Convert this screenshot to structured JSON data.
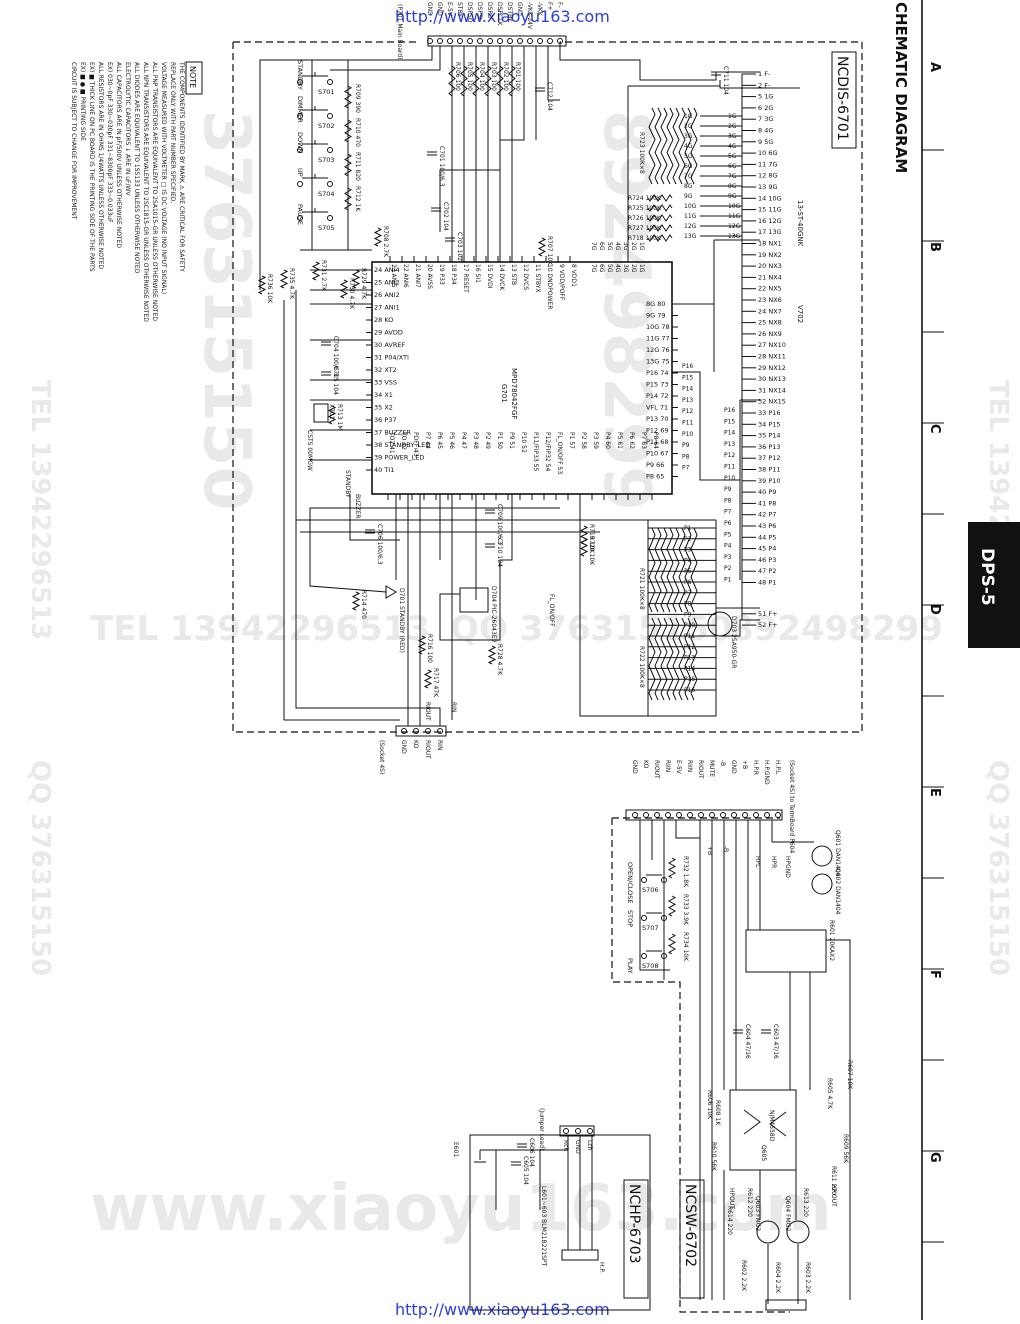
{
  "header": {
    "title": "CHEMATIC DIAGRAM",
    "model_tab": "DPS-5",
    "url_top": "http://www.xiaoyu163.com",
    "url_bottom": "http://www.xiaoyu163.com"
  },
  "columns": [
    "A",
    "B",
    "C",
    "D",
    "E",
    "F",
    "G"
  ],
  "watermarks": [
    "376315150",
    "892498299",
    "TEL 13942296513",
    "QQ 376315150",
    "892498299",
    "www.xiaoyu163.com"
  ],
  "boards": {
    "main": "NCDIS-6701",
    "switch": "NCSW-6702",
    "headphone": "NCHP-6703"
  },
  "main_ic": {
    "name": "MPD78042FGF",
    "ref": "G701"
  },
  "fl_driver": {
    "name": "13-ST-40GNK",
    "ref": "V702"
  },
  "transistors": [
    "D703 2SA950-GR",
    "D704 PIC-26043E2",
    "D701 STANDBY (RED)",
    "Q601 DAN1404",
    "Q602 DAN1404",
    "Q603 FMG2",
    "Q604 FMG2"
  ],
  "opamp": {
    "name": "NJM4558D",
    "ref": "Q605"
  },
  "connectors": {
    "p701": [
      "F-",
      "F+",
      "-VKK",
      "-VKK-24V",
      "GND",
      "DSTBY",
      "DSPCLK",
      "DSPD",
      "DSPSI",
      "DSPSO",
      "STBY",
      "E-5V",
      "GND",
      "GND"
    ],
    "p701_label": "(P701 Main Board)",
    "p702": [
      "RIN",
      "RIOUT",
      "KO",
      "GND"
    ],
    "p702_label": "(Socket 4S)",
    "p703": [
      "H.P.L",
      "H.P.GND",
      "H.P.R",
      "+B",
      "GND",
      "-B",
      "MUTE",
      "RIOUT",
      "RIIN",
      "E-5V",
      "RIIN",
      "RIOUT",
      "KO",
      "GND"
    ],
    "p703_label": "(Socket 4S) to TermBoard P604",
    "p602": [
      "Lch",
      "GND",
      "Rch"
    ],
    "p602_label": "(Jumper Lead)",
    "p601": "H.P."
  },
  "keys_main": [
    {
      "ref": "S701",
      "label": "STANDBY",
      "r": "R709 390"
    },
    {
      "ref": "S702",
      "label": "DIMMER",
      "r": "R710 470"
    },
    {
      "ref": "S703",
      "label": "DOWN",
      "r": "R711 820"
    },
    {
      "ref": "S704",
      "label": "UP",
      "r": "R712 1K"
    },
    {
      "ref": "S705",
      "label": "PAUSE",
      "r": ""
    }
  ],
  "keys_sub": [
    {
      "ref": "S706",
      "label": "OPEN/CLOSE",
      "r": "R732 1.8K"
    },
    {
      "ref": "S707",
      "label": "STOP",
      "r": "R733 3.9K"
    },
    {
      "ref": "S708",
      "label": "PLAY",
      "r": "R734 10K"
    }
  ],
  "ic_left_pins": [
    "24 ANI4",
    "25 ANI2",
    "26 ANI2",
    "27 ANI1",
    "28 KO",
    "29 AVDD",
    "30 AVREF",
    "31 P04/XTI",
    "32 XT2",
    "33 VSS",
    "34 X1",
    "35 X2",
    "36 P37",
    "37 BUZZER",
    "38 STANDBY_LED",
    "39 POWER_LED",
    "40 TI1"
  ],
  "ic_top_pins": [
    "8 VDD1",
    "9 VDD/POFF",
    "10 DNDPOWER",
    "11 STBYX",
    "12 DVCS",
    "13 STB",
    "14 DVCK",
    "15 DVDI",
    "16 SI1",
    "17 RESET",
    "18 P34",
    "19 P33",
    "20 AVSS",
    "21 ANI7",
    "22 ANI6",
    "23 ANI5"
  ],
  "ic_right_pins": [
    "8G 80",
    "9G 79",
    "10G 78",
    "11G 77",
    "12G 76",
    "13G 75",
    "P16 74",
    "P15 73",
    "P14 72",
    "VFL 71",
    "P13 70",
    "P12 69",
    "P11 68",
    "P10 67",
    "P9 66",
    "P8 65"
  ],
  "ic_bottom_pins": [
    "P8 64",
    "P7 63",
    "P6 62",
    "P5 61",
    "P4 60",
    "P3 59",
    "P2 58",
    "P1 57",
    "FL_ON/OFF 53",
    "P12/FIP32 54",
    "P11/FIP33 55",
    "P10 52",
    "P9 51",
    "P1 50",
    "P2 49",
    "P3 48",
    "P4 47",
    "P5 46",
    "P6 45",
    "P7 44",
    "PDFF 43",
    "TO 42",
    "TO2 41"
  ],
  "fl_pins": [
    "1 F-",
    "2 F-",
    "5 1G",
    "6 2G",
    "7 3G",
    "8 4G",
    "9 5G",
    "10 6G",
    "11 7G",
    "12 8G",
    "13 9G",
    "14 10G",
    "15 11G",
    "16 12G",
    "17 13G",
    "18 NX1",
    "19 NX2",
    "20 NX3",
    "21 NX4",
    "22 NX5",
    "23 NX6",
    "24 NX7",
    "25 NX8",
    "26 NX9",
    "27 NX10",
    "28 NX11",
    "29 NX12",
    "30 NX13",
    "31 NX14",
    "32 NX15",
    "33 P16",
    "34 P15",
    "35 P14",
    "36 P13",
    "37 P12",
    "38 P11",
    "39 P10",
    "40 P9",
    "41 P8",
    "42 P7",
    "43 P6",
    "44 P5",
    "45 P4",
    "46 P3",
    "47 P2",
    "48 P1",
    "51 F+",
    "52 F+"
  ],
  "grid_bus": [
    "1G",
    "2G",
    "3G",
    "4G",
    "5G",
    "6G",
    "7G",
    "8G",
    "9G",
    "10G",
    "11G",
    "12G",
    "13G"
  ],
  "segment_bus": [
    "P1",
    "P2",
    "P3",
    "P4",
    "P5",
    "P6",
    "P7",
    "P8",
    "P9",
    "P10",
    "P11",
    "P12",
    "P13",
    "P14",
    "P15",
    "P16"
  ],
  "resistor_arrays": [
    "R723 100K×8",
    "R721 100K×8",
    "R722 100K×8"
  ],
  "grid_resistors": [
    "R724 100K",
    "R725 100K",
    "R726 100K",
    "R727 100K",
    "R718 100K"
  ],
  "capacitors": [
    "C711 104",
    "C712 104",
    "C701 100/6.3",
    "C702 104",
    "C703 102",
    "C704 100/6.3",
    "C705 104",
    "C706 100/6.3",
    "C709 100/6.3",
    "C710 104",
    "C603 47/16",
    "C604 47/16",
    "C605 104",
    "C606 104"
  ],
  "resistors_main": [
    "R701 100",
    "R702 100",
    "R703 100",
    "R704 100",
    "R705 100",
    "R706 100",
    "R707 10K",
    "R708 2.7K",
    "R729 4.7K",
    "R730 4.7K",
    "R731 2.7K",
    "R735 4.7K",
    "R736 10K",
    "R713 1M",
    "R714 470",
    "R716 100",
    "R717 47K",
    "R719 10K",
    "R720 10K",
    "R728 4.7K"
  ],
  "resistors_sub": [
    "R601 20KAX2",
    "R602 2.2K",
    "R603 2.2K",
    "R604 2.2K",
    "R605 4.7K",
    "R606 10K",
    "R607 10K",
    "R608 1K",
    "R609 56K",
    "R610 56K",
    "R611 220",
    "R612 220",
    "R613 220",
    "R614 220"
  ],
  "crystal": {
    "ref": "X701",
    "label": "CSTS 00MGW"
  },
  "misc": [
    "BUZZER",
    "STANDBY",
    "FL_ON/OFF",
    "RIN",
    "RIOUT",
    "E601",
    "L601~603 BLM21B221SPT",
    "HPOUT",
    "HP OUT",
    "+B",
    "-B",
    "HPR",
    "HPL",
    "HPGND"
  ],
  "notes": {
    "heading": "NOTE",
    "lines": [
      "THE COMPONENTS IDENTIFIED BY MARK ⚠ ARE CRITICAL FOR SAFETY",
      "REPLACE ONLY WITH PART NUMBER SPECIFIED.",
      "VOLTAGE MEASURED WITH VOLTMETER □ IS DC VOLTAGE (NO INPUT SIGNAL)",
      "ALL PNP TRANSISTORS ARE EQUIVALENT TO 2SA1015-GR UNLESS OTHERWISE NOTED",
      "ALL NPN TRANSISTORS ARE EQUIVALENT TO 2SC1815-GR UNLESS OTHERWISE NOTED",
      "ALL DIODES ARE EQUIVALENT TO 1SS133 UNLESS OTHERWISE NOTED",
      "ELECTROLYTIC CAPACITORS ↓ ARE IN uF/WV",
      "ALL CAPACITORS ARE IN pF/500V UNLESS OTHERWISE NOTED",
      "EX) 030~0pF 330~030pF 331~8300pF 333~0.033uF",
      "ALL RESISTORS ARE IN OHMS 1/4WATTS UNLESS OTHERWISE NOTED",
      "EX) ■ THICK LINE ON PC BOARD IS THE PRINTING SIDE OF THE PARTS",
      "EX) ■ ● ■ PRINTING SIDE",
      "CIRCUIT IS SUBJECT TO CHANGE FOR IMPROVEMENT"
    ]
  }
}
